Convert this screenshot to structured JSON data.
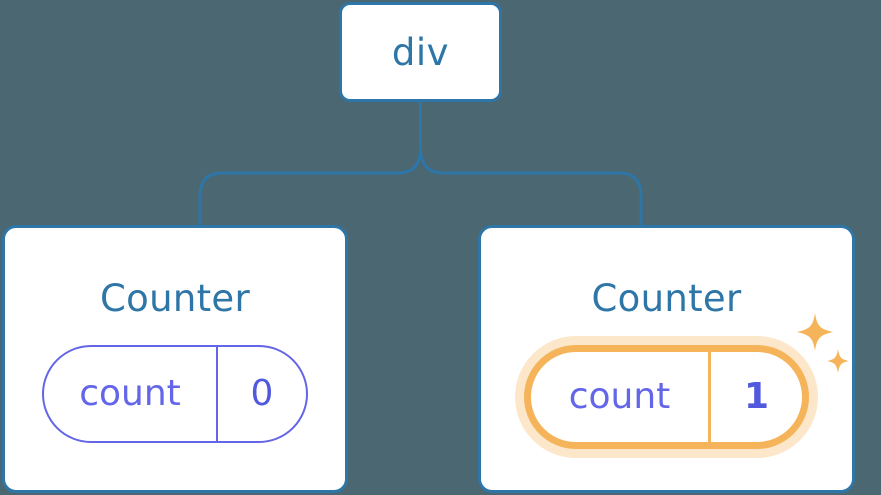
{
  "diagram": {
    "title": "react-component-tree-state-update",
    "background_color": "#4b6771",
    "node_border_color": "#2d76a7",
    "node_text_color": "#2d76a7",
    "state_color": "#6366e8",
    "highlight_color": "#f5b45a"
  },
  "root": {
    "label": "div"
  },
  "children": [
    {
      "title": "Counter",
      "state": {
        "key": "count",
        "value": "0"
      },
      "highlighted": false
    },
    {
      "title": "Counter",
      "state": {
        "key": "count",
        "value": "1"
      },
      "highlighted": true
    }
  ]
}
